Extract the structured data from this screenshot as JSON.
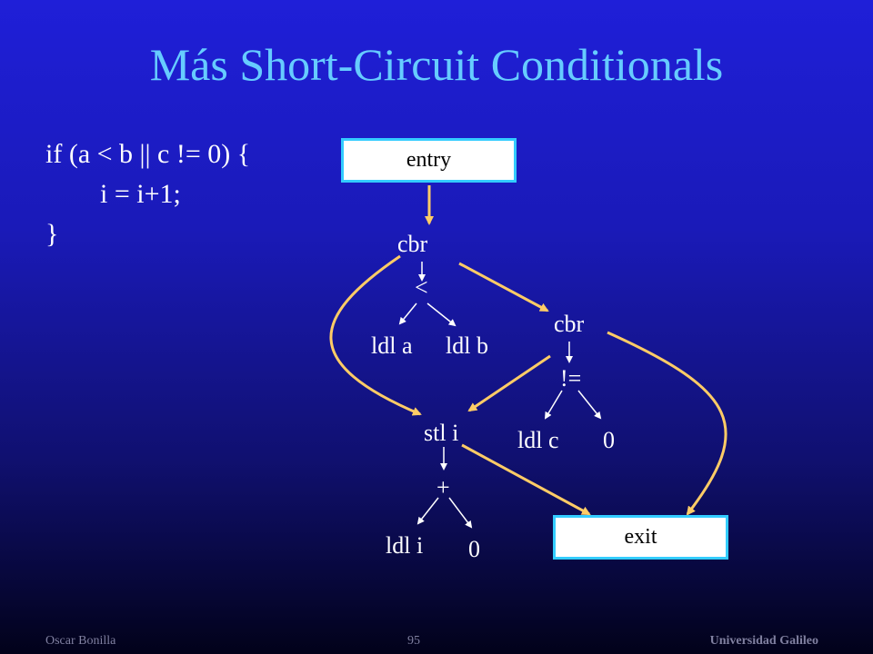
{
  "slide": {
    "title": "Más Short-Circuit Conditionals",
    "code": [
      "if (a < b || c != 0) {",
      "        i = i+1;",
      "}"
    ]
  },
  "diagram": {
    "entry": "entry",
    "exit": "exit",
    "cbr1": "cbr",
    "lt": "<",
    "ldl_a": "ldl a",
    "ldl_b": "ldl b",
    "cbr2": "cbr",
    "ne": "!=",
    "ldl_c": "ldl c",
    "zero_ne": "0",
    "stl_i": "stl i",
    "plus": "+",
    "ldl_i": "ldl i",
    "zero_plus": "0"
  },
  "footer": {
    "author": "Oscar Bonilla",
    "page": "95",
    "org": "Universidad Galileo"
  },
  "colors": {
    "title": "#66ccff",
    "box_border": "#33ccff",
    "control_edge": "#ffcc66",
    "tree_edge": "#ffffff"
  }
}
